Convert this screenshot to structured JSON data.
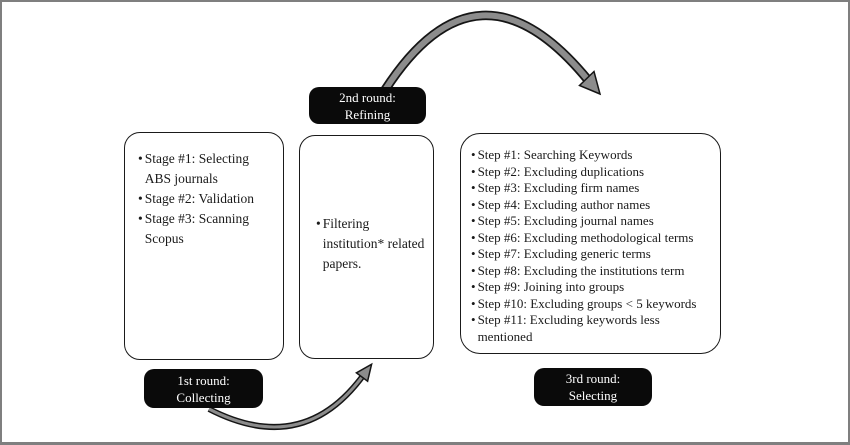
{
  "figure": {
    "bullet": "•",
    "rounds": [
      {
        "label_line1": "1st round:",
        "label_line2": "Collecting",
        "items": [
          "Stage #1: Selecting ABS journals",
          "Stage #2: Validation",
          "Stage #3: Scanning Scopus"
        ]
      },
      {
        "label_line1": "2nd round:",
        "label_line2": "Refining",
        "items": [
          "Filtering institution* related papers."
        ]
      },
      {
        "label_line1": "3rd round:",
        "label_line2": "Selecting",
        "items": [
          "Step #1: Searching Keywords",
          "Step #2: Excluding duplications",
          "Step #3: Excluding firm names",
          "Step #4: Excluding author names",
          "Step #5: Excluding journal names",
          "Step #6: Excluding methodological terms",
          "Step #7: Excluding generic terms",
          "Step #8: Excluding the institutions term",
          "Step #9: Joining into groups",
          "Step #10: Excluding groups < 5 keywords",
          "Step #11: Excluding keywords less mentioned"
        ]
      }
    ],
    "colors": {
      "frame_border": "#7f7f7f",
      "box_border": "#1a1a1a",
      "box_fill": "#ffffff",
      "label_bg": "#0a0a0a",
      "label_text": "#ffffff",
      "arrow_gray": "#8c8c8c",
      "arrow_outline": "#151515"
    }
  }
}
